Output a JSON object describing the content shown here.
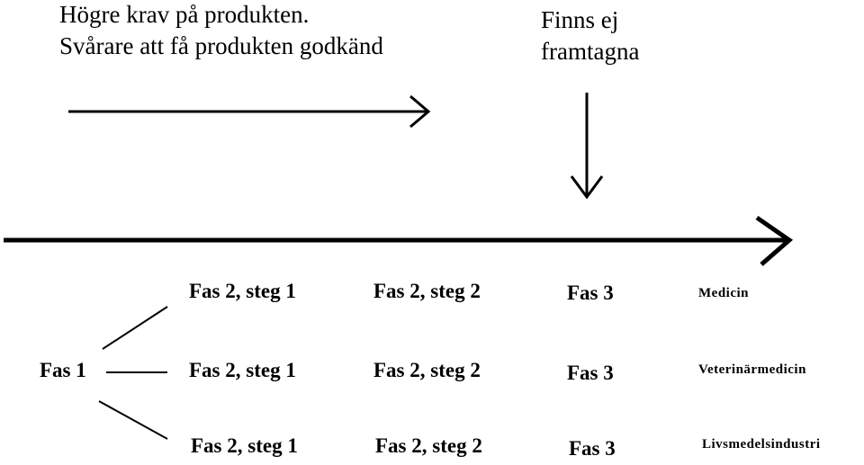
{
  "header": {
    "left_line1": "Högre krav på produkten.",
    "left_line2": "Svårare att få produkten godkänd",
    "right_line1": "Finns ej",
    "right_line2": "framtagna"
  },
  "root": {
    "label": "Fas 1"
  },
  "rows": [
    {
      "step1": "Fas 2, steg 1",
      "step2": "Fas 2, steg 2",
      "phase3": "Fas 3",
      "domain": "Medicin"
    },
    {
      "step1": "Fas 2, steg 1",
      "step2": "Fas 2, steg 2",
      "phase3": "Fas 3",
      "domain": "Veterinärmedicin"
    },
    {
      "step1": "Fas 2, steg 1",
      "step2": "Fas 2, steg 2",
      "phase3": "Fas 3",
      "domain": "Livsmedelsindustri"
    }
  ]
}
